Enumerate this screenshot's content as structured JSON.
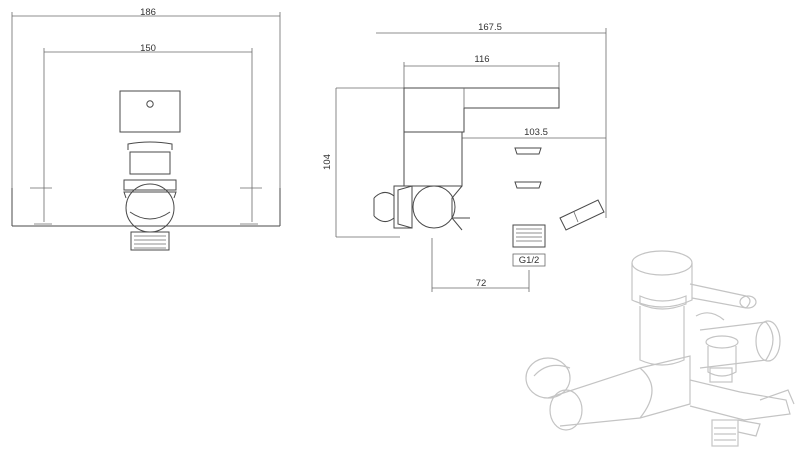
{
  "front_view": {
    "dim_overall": "186",
    "dim_centres": "150"
  },
  "side_view": {
    "dim_projection": "167.5",
    "dim_handle": "116",
    "dim_spout": "103.5",
    "dim_height": "104",
    "dim_outlet_offset": "72",
    "thread_label": "G1/2"
  },
  "colors": {
    "line": "#4a4a4a",
    "line_light": "#c4c4c4"
  }
}
